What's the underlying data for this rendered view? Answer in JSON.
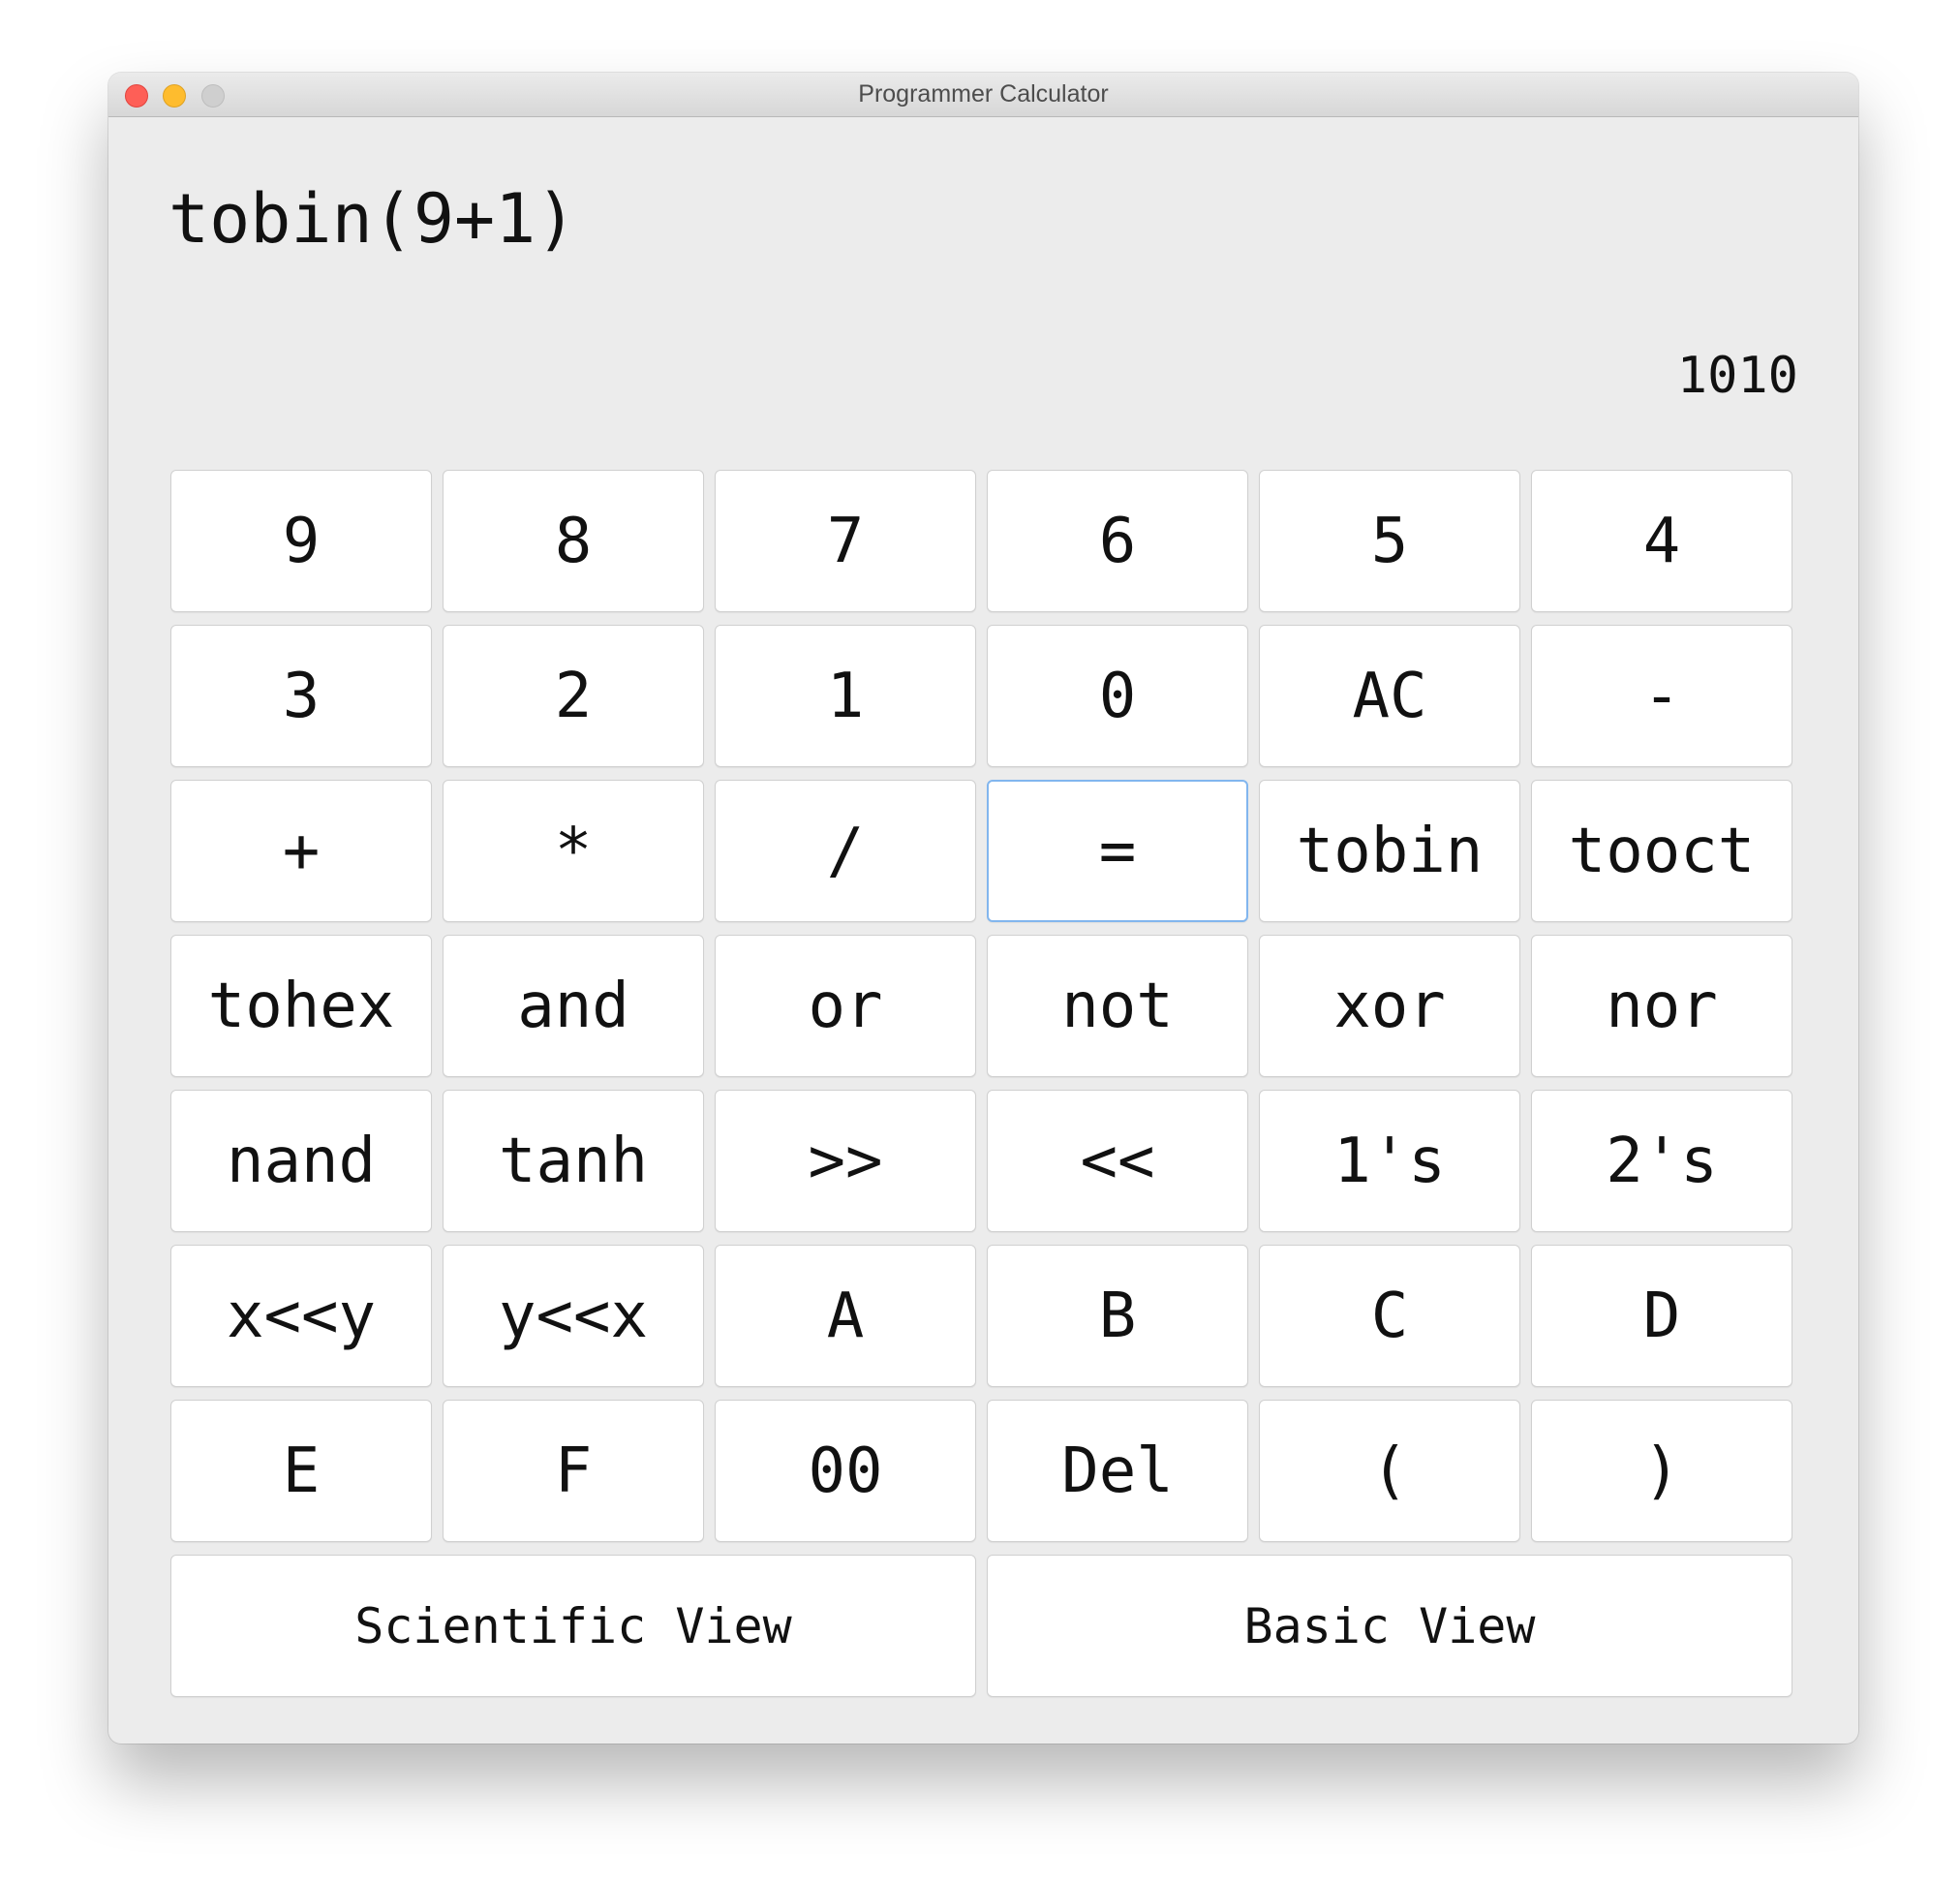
{
  "window": {
    "title": "Programmer Calculator"
  },
  "display": {
    "expression": "tobin(9+1)",
    "result": "1010"
  },
  "keys": [
    "9",
    "8",
    "7",
    "6",
    "5",
    "4",
    "3",
    "2",
    "1",
    "0",
    "AC",
    "-",
    "+",
    "*",
    "/",
    "=",
    "tobin",
    "tooct",
    "tohex",
    "and",
    "or",
    "not",
    "xor",
    "nor",
    "nand",
    "tanh",
    ">>",
    "<<",
    "1's",
    "2's",
    "x<<y",
    "y<<x",
    "A",
    "B",
    "C",
    "D",
    "E",
    "F",
    "00",
    "Del",
    "(",
    ")"
  ],
  "view_buttons": {
    "scientific": "Scientific View",
    "basic": "Basic View"
  },
  "colors": {
    "focus_ring": "#82b6ee",
    "close": "#fe5f57",
    "minimize": "#febc2e",
    "zoom": "#cfcfcf"
  }
}
